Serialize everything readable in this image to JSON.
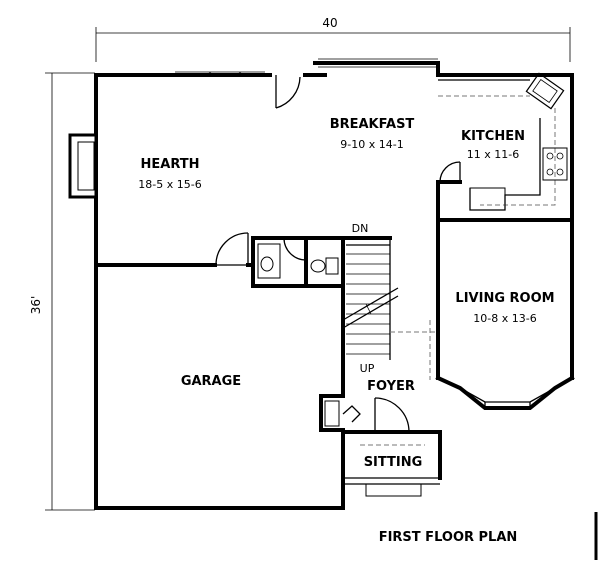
{
  "dimensions": {
    "width": "40",
    "depth": "36'"
  },
  "rooms": {
    "hearth": {
      "name": "HEARTH",
      "size": "18-5 x 15-6"
    },
    "breakfast": {
      "name": "BREAKFAST",
      "size": "9-10 x 14-1"
    },
    "kitchen": {
      "name": "KITCHEN",
      "size": "11 x 11-6"
    },
    "living_room": {
      "name": "LIVING ROOM",
      "size": "10-8 x 13-6"
    },
    "garage": {
      "name": "GARAGE"
    },
    "foyer": {
      "name": "FOYER"
    },
    "sitting": {
      "name": "SITTING"
    }
  },
  "stair": {
    "down": "DN",
    "up": "UP"
  },
  "plan_title": "FIRST FLOOR PLAN"
}
